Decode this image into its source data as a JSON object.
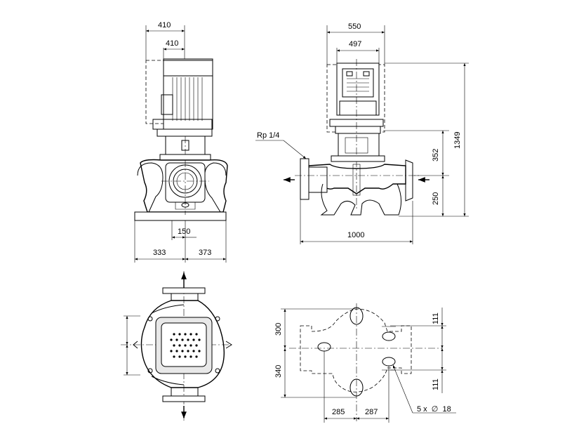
{
  "dimensions": {
    "front": {
      "top_outer": "410",
      "top_inner": "410",
      "flange": "150",
      "left": "333",
      "right": "373"
    },
    "side": {
      "top_outer": "550",
      "top_inner": "497",
      "gauge_port": "Rp 1/4",
      "upper_height": "352",
      "total_height": "1349",
      "lower_height": "250",
      "length": "1000"
    },
    "base": {
      "left_height": "300",
      "left_lower": "340",
      "right_upper": "111",
      "right_lower": "111",
      "bottom_left": "285",
      "bottom_right": "287",
      "holes": "5 x  ∅  18"
    }
  }
}
